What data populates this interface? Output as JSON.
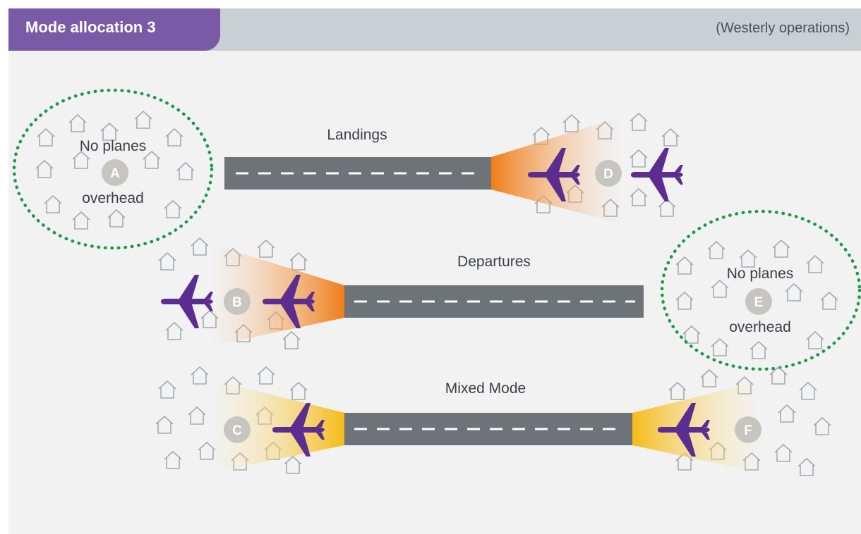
{
  "header": {
    "title": "Mode allocation 3",
    "subtitle": "(Westerly operations)"
  },
  "runways": {
    "landings": "Landings",
    "departures": "Departures",
    "mixed": "Mixed Mode"
  },
  "zones": {
    "a": {
      "letter": "A",
      "line1": "No planes",
      "line2": "overhead"
    },
    "b": {
      "letter": "B"
    },
    "c": {
      "letter": "C"
    },
    "d": {
      "letter": "D"
    },
    "e": {
      "letter": "E",
      "line1": "No planes",
      "line2": "overhead"
    },
    "f": {
      "letter": "F"
    }
  },
  "colors": {
    "accent": "#7a5aa6",
    "plane": "#5c2d91",
    "runway": "#6d7378",
    "orange": "#f08019",
    "yellow": "#f5bd1f",
    "dotted": "#1a9a48",
    "letter_circle": "#c7c5c0"
  },
  "icons": [
    "house-icon",
    "plane-icon"
  ]
}
